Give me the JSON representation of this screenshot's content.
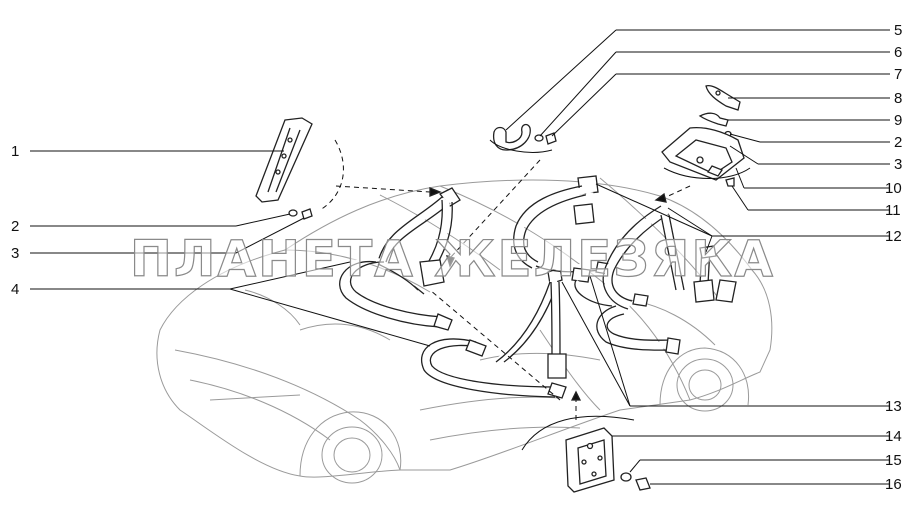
{
  "diagram": {
    "watermark": "ПЛАНЕТА ЖЕЛЕЗЯКА",
    "callouts": [
      "1",
      "2",
      "3",
      "4",
      "5",
      "6",
      "7",
      "8",
      "9",
      "2",
      "3",
      "10",
      "11",
      "12",
      "13",
      "14",
      "15",
      "16"
    ]
  }
}
